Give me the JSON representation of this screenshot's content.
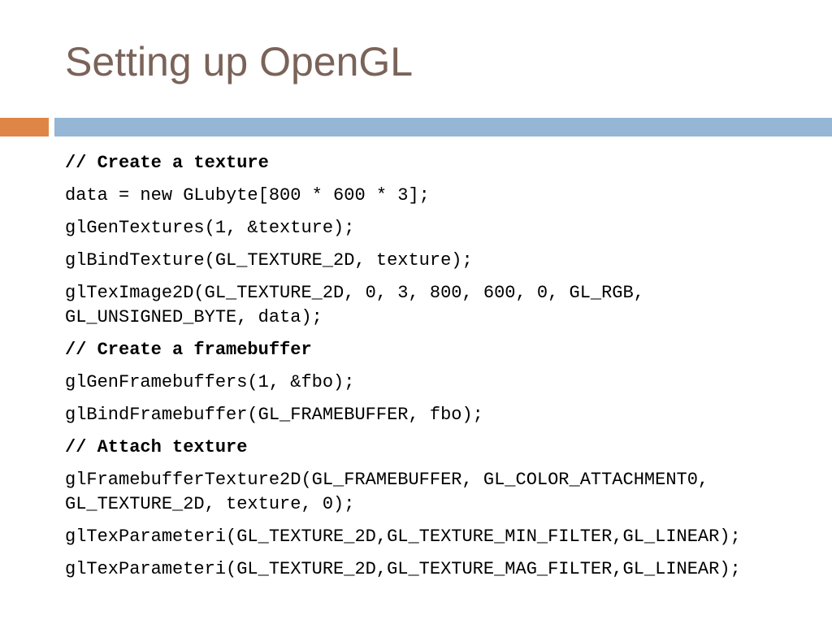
{
  "slide": {
    "title": "Setting up OpenGL",
    "accent_colors": {
      "title_text": "#7a6359",
      "left_bar": "#df8646",
      "rule_bar": "#95b6d5"
    },
    "code_lines": [
      {
        "text": "// Create a texture",
        "comment": true
      },
      {
        "text": "data = new GLubyte[800 * 600 * 3];",
        "comment": false
      },
      {
        "text": "glGenTextures(1, &texture);",
        "comment": false
      },
      {
        "text": "glBindTexture(GL_TEXTURE_2D, texture);",
        "comment": false
      },
      {
        "text": "glTexImage2D(GL_TEXTURE_2D, 0, 3, 800, 600, 0, GL_RGB, GL_UNSIGNED_BYTE, data);",
        "comment": false
      },
      {
        "text": "// Create a framebuffer",
        "comment": true
      },
      {
        "text": "glGenFramebuffers(1, &fbo);",
        "comment": false
      },
      {
        "text": "glBindFramebuffer(GL_FRAMEBUFFER, fbo);",
        "comment": false
      },
      {
        "text": "// Attach texture",
        "comment": true
      },
      {
        "text": "glFramebufferTexture2D(GL_FRAMEBUFFER, GL_COLOR_ATTACHMENT0, GL_TEXTURE_2D, texture, 0);",
        "comment": false
      },
      {
        "text": "glTexParameteri(GL_TEXTURE_2D,GL_TEXTURE_MIN_FILTER,GL_LINEAR);",
        "comment": false
      },
      {
        "text": "glTexParameteri(GL_TEXTURE_2D,GL_TEXTURE_MAG_FILTER,GL_LINEAR);",
        "comment": false
      }
    ]
  }
}
